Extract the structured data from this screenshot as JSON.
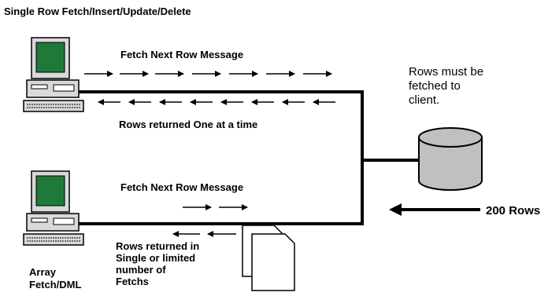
{
  "title": "Single Row Fetch/Insert/Update/Delete",
  "top_scenario": {
    "request_label": "Fetch Next Row Message",
    "response_label": "Rows returned One at a time"
  },
  "bottom_scenario": {
    "request_label": "Fetch Next Row Message",
    "response_label": "Rows returned in\nSingle or limited\nnumber of\nFetchs",
    "client_label": "Array\nFetch/DML"
  },
  "server": {
    "note": "Rows must be\nfetched to\nclient.",
    "transfer_label": "200 Rows"
  },
  "colors": {
    "screen": "#1f7a3a",
    "cylinder": "#c0c0c0",
    "line": "#000000"
  },
  "icons": [
    "computer-icon",
    "database-cylinder-icon",
    "document-pages-icon"
  ]
}
